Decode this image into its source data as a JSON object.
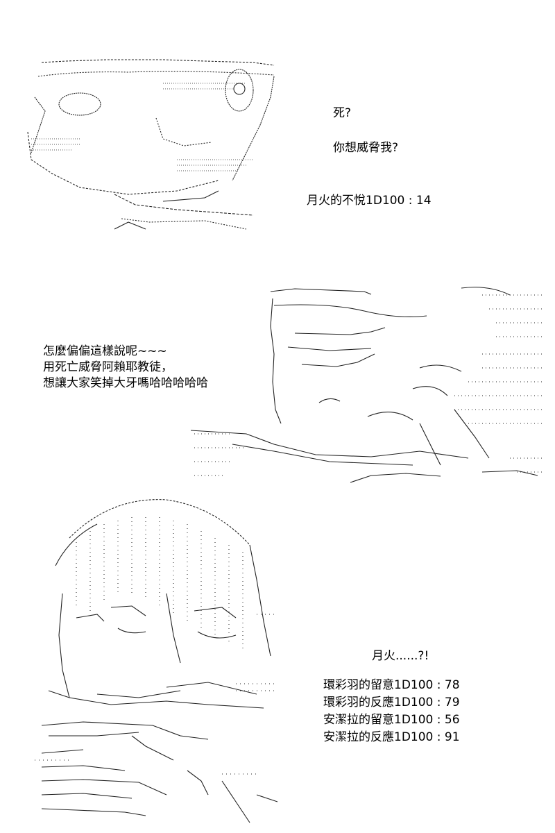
{
  "panels": [
    {
      "id": "panel-1",
      "art_label": "AA-style ASCII art of a character (Tsukihi) with an annoyed face",
      "lines": [
        "死?",
        "你想威脅我?",
        "月火的不悅1D100 : 14"
      ]
    },
    {
      "id": "panel-2",
      "art_label": "AA-style ASCII art of a character lying back and laughing",
      "lines": [
        "怎麼偏偏這樣說呢~~~",
        "用死亡威脅阿賴耶教徒，",
        "想讓大家笑掉大牙嗎哈哈哈哈哈"
      ]
    },
    {
      "id": "panel-3",
      "art_label": "AA-style ASCII art of a long-haired character looking sideways",
      "lines": [
        "月火......?!",
        "環彩羽的留意1D100 : 78",
        "環彩羽的反應1D100 : 79",
        "安潔拉的留意1D100 : 56",
        "安潔拉的反應1D100 : 91"
      ]
    }
  ],
  "colors": {
    "background": "#ffffff",
    "ink": "#000000"
  }
}
